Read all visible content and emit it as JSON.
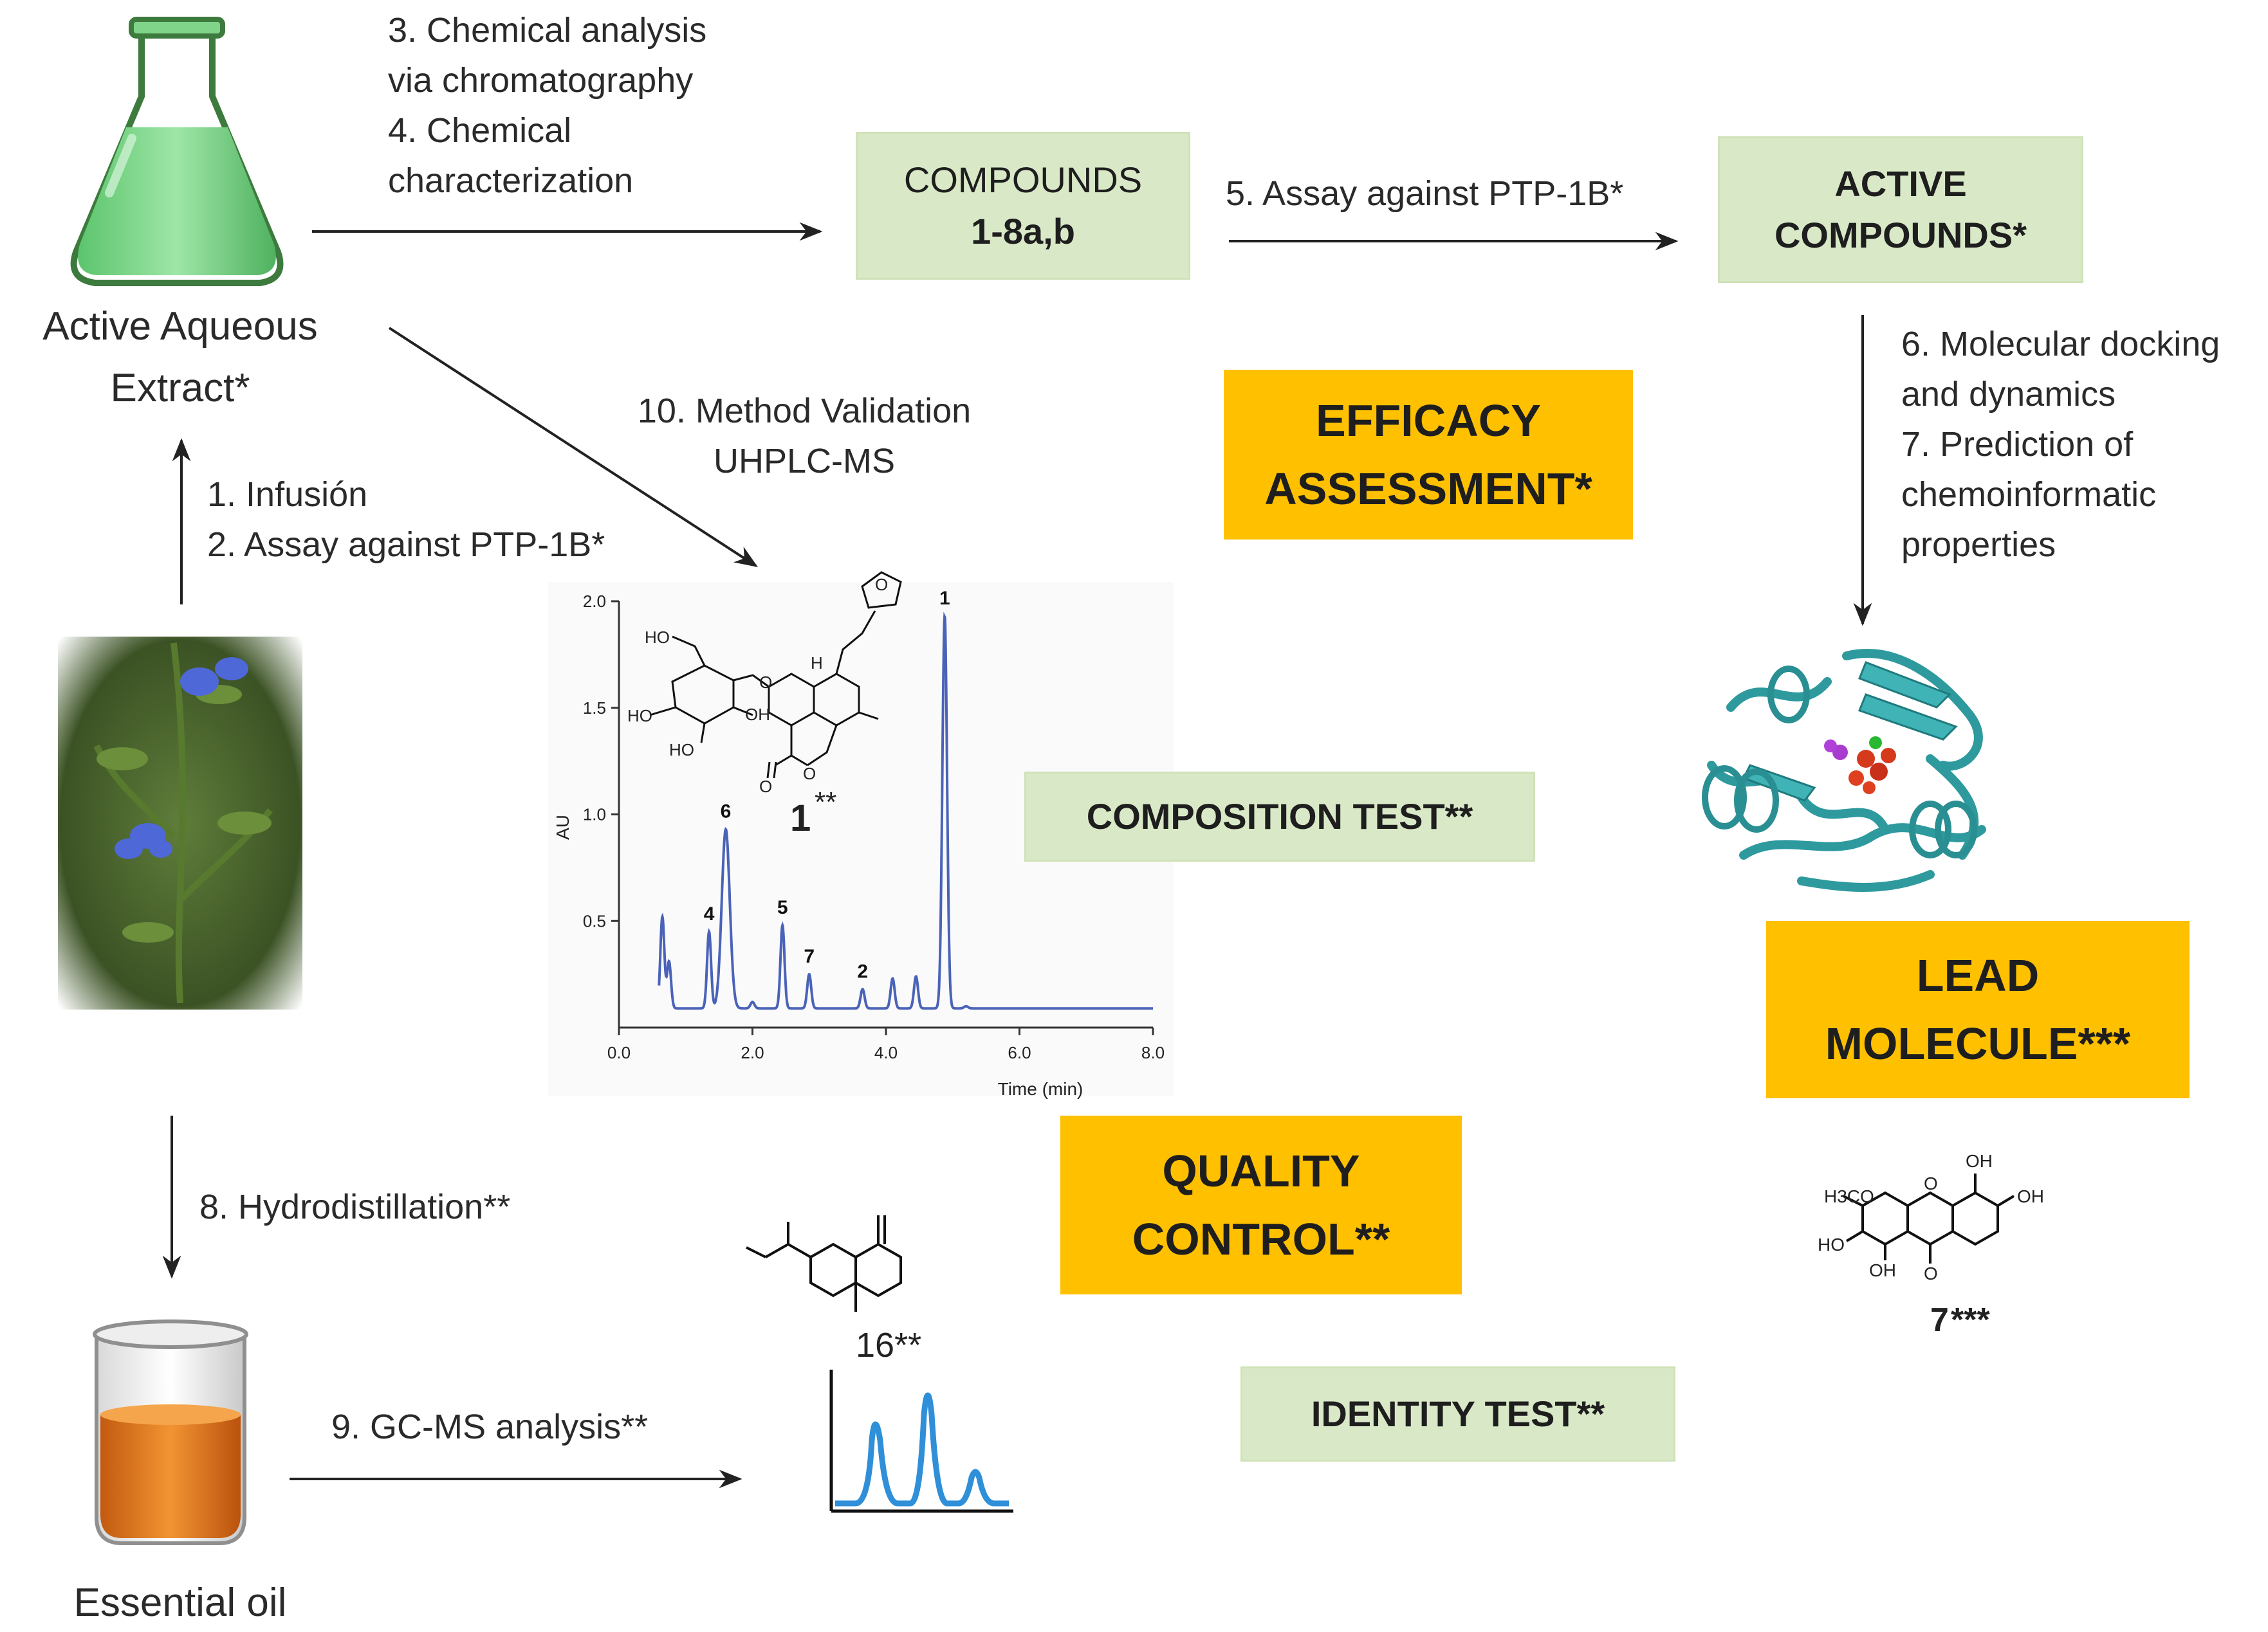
{
  "nodes": {
    "extract_label_l1": "Active Aqueous",
    "extract_label_l2": "Extract*",
    "oil_label": "Essential oil",
    "compounds_l1": "COMPOUNDS",
    "compounds_l2": "1-8a,b",
    "active_l1": "ACTIVE",
    "active_l2": "COMPOUNDS*",
    "efficacy_l1": "EFFICACY",
    "efficacy_l2": "ASSESSMENT*",
    "composition": "COMPOSITION TEST**",
    "quality_l1": "QUALITY",
    "quality_l2": "CONTROL**",
    "lead_l1": "LEAD",
    "lead_l2": "MOLECULE***",
    "identity": "IDENTITY TEST**"
  },
  "steps": {
    "s3_l1": "3. Chemical analysis",
    "s3_l2": "via chromatography",
    "s4_l1": "4. Chemical",
    "s4_l2": "characterization",
    "s5": "5. Assay against PTP-1B*",
    "s1": "1. Infusión",
    "s2": "2. Assay against PTP-1B*",
    "s10_l1": "10. Method Validation",
    "s10_l2": "UHPLC-MS",
    "s6_l1": "6. Molecular docking",
    "s6_l2": "and dynamics",
    "s7_l1": "7. Prediction of",
    "s7_l2": "chemoinformatic",
    "s7_l3": "properties",
    "s8": "8. Hydrodistillation**",
    "s9": "9. GC-MS analysis**"
  },
  "structures": {
    "cmpd1_num": "1",
    "cmpd1_stars": "**",
    "cmpd16": "16**",
    "cmpd7_num": "7",
    "cmpd7_stars": "***",
    "cmpd7_ome": "H3CO",
    "cmpd7_oh": "OH",
    "cmpd7_ho": "HO",
    "cmpd7_o": "O",
    "cmpd1_ho": "HO",
    "cmpd1_oh": "OH",
    "cmpd1_o": "O",
    "cmpd1_h": "H"
  },
  "chart_data": {
    "type": "line",
    "xlabel": "Time (min)",
    "ylabel": "AU",
    "xlim": [
      0.0,
      8.0
    ],
    "ylim": [
      0.0,
      2.0
    ],
    "xticks": [
      "0.0",
      "2.0",
      "4.0",
      "6.0",
      "8.0"
    ],
    "yticks": [
      "0.5",
      "1.0",
      "1.5",
      "2.0"
    ],
    "peak_labels": [
      {
        "label": "4",
        "x": 1.35,
        "y": 0.45
      },
      {
        "label": "6",
        "x": 1.6,
        "y": 0.93
      },
      {
        "label": "5",
        "x": 2.45,
        "y": 0.48
      },
      {
        "label": "7",
        "x": 2.85,
        "y": 0.25
      },
      {
        "label": "2",
        "x": 3.65,
        "y": 0.18
      },
      {
        "label": "1",
        "x": 4.88,
        "y": 1.93
      }
    ],
    "peaks": [
      {
        "x": 0.65,
        "y": 0.52
      },
      {
        "x": 0.75,
        "y": 0.31
      },
      {
        "x": 1.35,
        "y": 0.45
      },
      {
        "x": 1.6,
        "y": 0.93
      },
      {
        "x": 2.0,
        "y": 0.12
      },
      {
        "x": 2.45,
        "y": 0.48
      },
      {
        "x": 2.85,
        "y": 0.25
      },
      {
        "x": 3.65,
        "y": 0.18
      },
      {
        "x": 4.1,
        "y": 0.23
      },
      {
        "x": 4.45,
        "y": 0.24
      },
      {
        "x": 4.88,
        "y": 1.93
      },
      {
        "x": 5.2,
        "y": 0.1
      }
    ],
    "baseline": 0.09,
    "color": "#4a63b8"
  },
  "colors": {
    "green_box": "#d9e9c7",
    "gold_box": "#ffc000",
    "protein": "#2e9a9e",
    "gc_trace": "#2f8fd8",
    "oil": "#e07a1f",
    "flask_green": "#7fd48a"
  }
}
